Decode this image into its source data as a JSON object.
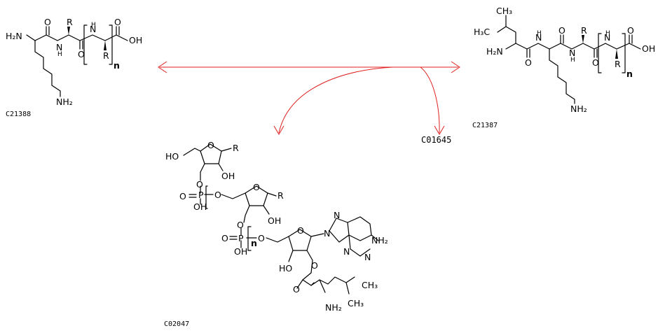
{
  "compounds": {
    "c21388": "C21388",
    "c21387": "C21387",
    "c02047": "C02047",
    "c01645": "C01645"
  },
  "atoms": {
    "H2N": "H₂N",
    "NH2": "NH₂",
    "N": "N",
    "NH_top": "H",
    "O": "O",
    "OH": "OH",
    "HO": "HO",
    "R": "R",
    "n": "n",
    "P": "P",
    "CH3": "CH₃",
    "H3C": "H₃C"
  },
  "colors": {
    "arrow": "#e02020",
    "structure": "#000000"
  }
}
